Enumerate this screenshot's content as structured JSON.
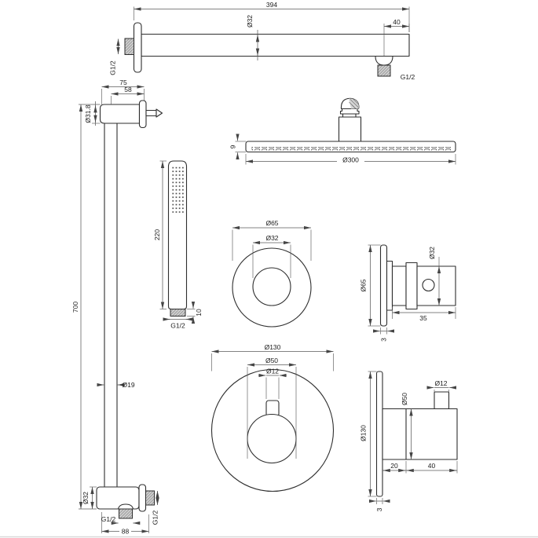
{
  "components": {
    "shower_arm": {
      "length": "394",
      "tube_diameter": "Ø32",
      "outlet_offset": "40",
      "wall_thread": "G1/2",
      "outlet_thread": "G1/2"
    },
    "slide_rail": {
      "bracket_total_depth": "75",
      "bracket_depth": "58",
      "bracket_diameter": "Ø31.8",
      "length": "700",
      "tube_diameter": "Ø19",
      "elbow_height": "Ø32",
      "elbow_width": "88",
      "outlet_thread": "G1/2",
      "wall_thread": "G1/2"
    },
    "hand_shower": {
      "length": "220",
      "connector_height": "10",
      "thread": "G1/2"
    },
    "head_shower": {
      "thickness": "9",
      "diameter": "Ø300"
    },
    "mixer_front": {
      "plate_diameter": "Ø65",
      "knob_diameter": "Ø32"
    },
    "mixer_side": {
      "plate_diameter": "Ø65",
      "knob_diameter": "Ø32",
      "depth": "35",
      "plate_thickness": "3"
    },
    "thermostat_front": {
      "plate_diameter": "Ø130",
      "knob_diameter": "Ø50",
      "handle_diameter": "Ø12"
    },
    "thermostat_side": {
      "plate_diameter": "Ø130",
      "knob_diameter": "Ø50",
      "handle_diameter": "Ø12",
      "flange_depth": "20",
      "knob_depth": "40",
      "plate_thickness": "3"
    }
  }
}
